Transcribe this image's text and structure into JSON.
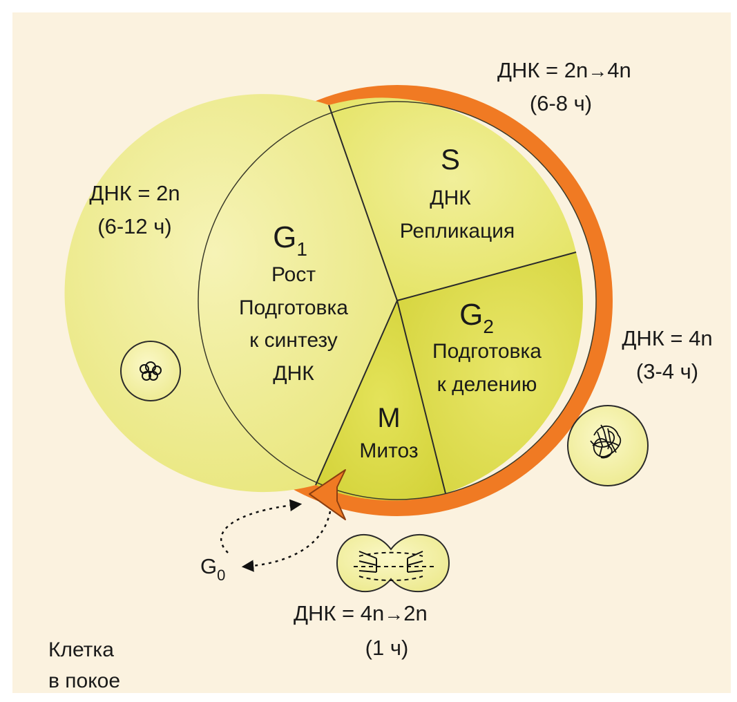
{
  "colors": {
    "background": "#fbf2df",
    "cycle_arrow": "#f07a23",
    "arrow_dark": "#8a3e10",
    "sector_light": "#f3f0a2",
    "sector_mid": "#e6e56a",
    "sector_dark": "#d9d845",
    "divider": "#2a2a2a",
    "text": "#1a1a1a"
  },
  "phases": {
    "g1": {
      "letter": "G",
      "subscript": "1",
      "lines": [
        "Рост",
        "Подготовка",
        "к синтезу",
        "ДНК"
      ]
    },
    "s": {
      "letter": "S",
      "lines": [
        "ДНК",
        "Репликация"
      ]
    },
    "g2": {
      "letter": "G",
      "subscript": "2",
      "lines": [
        "Подготовка",
        "к делению"
      ]
    },
    "m": {
      "letter": "M",
      "lines": [
        "Митоз"
      ]
    }
  },
  "annotations": {
    "s_phase": {
      "dna": "ДНК = 2n",
      "arrow": "→",
      "dna_result": "4n",
      "time": "(6-8 ч)"
    },
    "g1_phase": {
      "dna": "ДНК = 2n",
      "time": "(6-12 ч)"
    },
    "g2_phase": {
      "dna": "ДНК = 4n",
      "time": "(3-4 ч)"
    },
    "m_phase": {
      "dna": "ДНК = 4n",
      "arrow": "→",
      "dna_result": "2n",
      "time": "(1 ч)"
    }
  },
  "g0": {
    "letter": "G",
    "subscript": "0"
  },
  "resting_cell": {
    "lines": [
      "Клетка",
      "в покое"
    ]
  },
  "cells": {
    "g1_cell": {
      "icon": "cell-interphase-icon"
    },
    "g2_cell": {
      "icon": "cell-condensed-chromatin-icon"
    },
    "m_cell": {
      "icon": "dividing-cell-icon"
    }
  }
}
